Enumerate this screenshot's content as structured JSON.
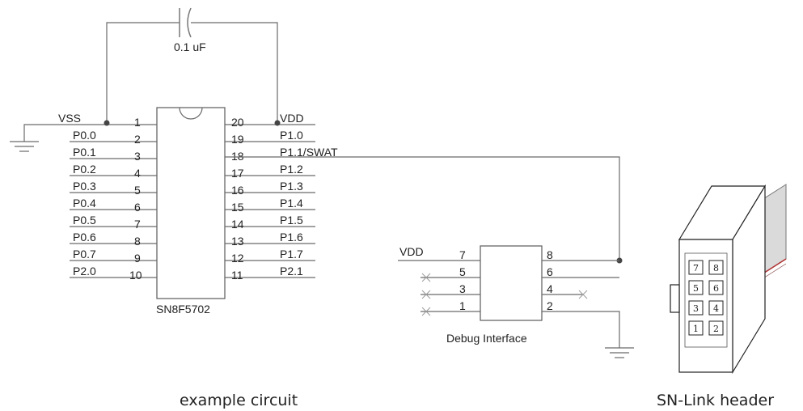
{
  "capacitor": {
    "value": "0.1 uF"
  },
  "chip": {
    "name": "SN8F5702",
    "left_pins": [
      {
        "num": "1",
        "label": "VSS"
      },
      {
        "num": "2",
        "label": "P0.0"
      },
      {
        "num": "3",
        "label": "P0.1"
      },
      {
        "num": "4",
        "label": "P0.2"
      },
      {
        "num": "5",
        "label": "P0.3"
      },
      {
        "num": "6",
        "label": "P0.4"
      },
      {
        "num": "7",
        "label": "P0.5"
      },
      {
        "num": "8",
        "label": "P0.6"
      },
      {
        "num": "9",
        "label": "P0.7"
      },
      {
        "num": "10",
        "label": "P2.0"
      }
    ],
    "right_pins": [
      {
        "num": "20",
        "label": "VDD"
      },
      {
        "num": "19",
        "label": "P1.0"
      },
      {
        "num": "18",
        "label": "P1.1/SWAT"
      },
      {
        "num": "17",
        "label": "P1.2"
      },
      {
        "num": "16",
        "label": "P1.3"
      },
      {
        "num": "15",
        "label": "P1.4"
      },
      {
        "num": "14",
        "label": "P1.5"
      },
      {
        "num": "13",
        "label": "P1.6"
      },
      {
        "num": "12",
        "label": "P1.7"
      },
      {
        "num": "11",
        "label": "P2.1"
      }
    ]
  },
  "debug": {
    "title": "Debug Interface",
    "vdd_label": "VDD",
    "left_pins": [
      "7",
      "5",
      "3",
      "1"
    ],
    "right_pins": [
      "8",
      "6",
      "4",
      "2"
    ]
  },
  "header": {
    "pins": [
      "7",
      "8",
      "5",
      "6",
      "3",
      "4",
      "1",
      "2"
    ]
  },
  "captions": {
    "left": "example circuit",
    "right": "SN-Link header"
  }
}
